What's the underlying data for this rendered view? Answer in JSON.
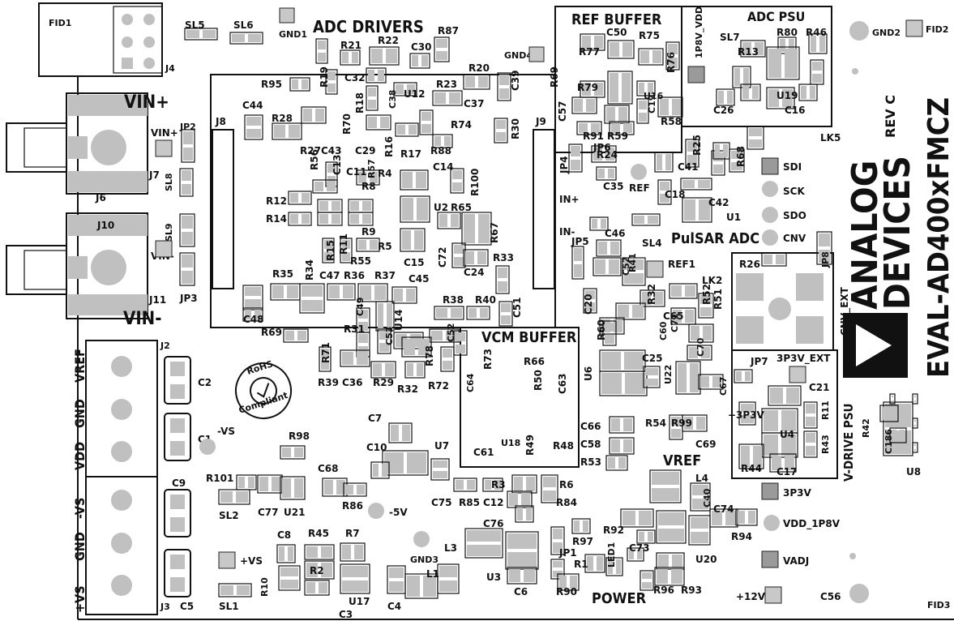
{
  "title": "EVAL-AD400xFMCZ",
  "company": "ANALOG DEVICES",
  "company_line1": "ANALOG",
  "company_line2": "DEVICES",
  "revision": "REV C",
  "sections": {
    "adc_drivers": "ADC DRIVERS",
    "ref_buffer": "REF BUFFER",
    "adc_psu": "ADC PSU",
    "pulsar_adc": "PulSAR ADC",
    "vcm_buffer": "VCM BUFFER",
    "vref": "VREF",
    "power": "POWER",
    "v_drive_psu": "V-DRIVE PSU"
  },
  "big_labels": {
    "vin_plus": "VIN+",
    "vin_minus": "VIN-"
  },
  "terminal_labels": [
    "VREF",
    "GND",
    "VDD",
    "-VS",
    "GND",
    "+VS"
  ],
  "rohs": {
    "line1": "RoHS",
    "line2": "Compliant"
  },
  "labels": [
    {
      "id": "fid1",
      "text": "FID1"
    },
    {
      "id": "fid2",
      "text": "FID2"
    },
    {
      "id": "fid3",
      "text": "FID3"
    },
    {
      "id": "j4",
      "text": "J4"
    },
    {
      "id": "sl5",
      "text": "SL5"
    },
    {
      "id": "sl6",
      "text": "SL6"
    },
    {
      "id": "gnd1",
      "text": "GND1"
    },
    {
      "id": "gnd2",
      "text": "GND2"
    },
    {
      "id": "gnd3",
      "text": "GND3"
    },
    {
      "id": "gnd4",
      "text": "GND4"
    },
    {
      "id": "r21",
      "text": "R21"
    },
    {
      "id": "r22",
      "text": "R22"
    },
    {
      "id": "r87",
      "text": "R87"
    },
    {
      "id": "c30",
      "text": "C30"
    },
    {
      "id": "r19",
      "text": "R19"
    },
    {
      "id": "c32",
      "text": "C32"
    },
    {
      "id": "r20",
      "text": "R20"
    },
    {
      "id": "r23",
      "text": "R23"
    },
    {
      "id": "c39",
      "text": "C39"
    },
    {
      "id": "u12",
      "text": "U12"
    },
    {
      "id": "r18",
      "text": "R18"
    },
    {
      "id": "c37",
      "text": "C37"
    },
    {
      "id": "r95",
      "text": "R95"
    },
    {
      "id": "j8",
      "text": "J8"
    },
    {
      "id": "c44",
      "text": "C44"
    },
    {
      "id": "r28",
      "text": "R28"
    },
    {
      "id": "r70",
      "text": "R70"
    },
    {
      "id": "c38",
      "text": "C38"
    },
    {
      "id": "r74",
      "text": "R74"
    },
    {
      "id": "r30",
      "text": "R30"
    },
    {
      "id": "j9",
      "text": "J9"
    },
    {
      "id": "r27",
      "text": "R27"
    },
    {
      "id": "c43",
      "text": "C43"
    },
    {
      "id": "c29",
      "text": "C29"
    },
    {
      "id": "r16",
      "text": "R16"
    },
    {
      "id": "r17",
      "text": "R17"
    },
    {
      "id": "r88",
      "text": "R88"
    },
    {
      "id": "r56",
      "text": "R56"
    },
    {
      "id": "c13",
      "text": "C13"
    },
    {
      "id": "c11",
      "text": "C11"
    },
    {
      "id": "r57",
      "text": "R57"
    },
    {
      "id": "r4",
      "text": "R4"
    },
    {
      "id": "c14",
      "text": "C14"
    },
    {
      "id": "r100",
      "text": "R100"
    },
    {
      "id": "r8",
      "text": "R8"
    },
    {
      "id": "r12",
      "text": "R12"
    },
    {
      "id": "r14",
      "text": "R14"
    },
    {
      "id": "u2",
      "text": "U2"
    },
    {
      "id": "r65",
      "text": "R65"
    },
    {
      "id": "r9",
      "text": "R9"
    },
    {
      "id": "r5",
      "text": "R5"
    },
    {
      "id": "r15",
      "text": "R15"
    },
    {
      "id": "r11",
      "text": "R11"
    },
    {
      "id": "r55",
      "text": "R55"
    },
    {
      "id": "c15",
      "text": "C15"
    },
    {
      "id": "c72",
      "text": "C72"
    },
    {
      "id": "r67",
      "text": "R67"
    },
    {
      "id": "c24",
      "text": "C24"
    },
    {
      "id": "r33",
      "text": "R33"
    },
    {
      "id": "r35",
      "text": "R35"
    },
    {
      "id": "r34",
      "text": "R34"
    },
    {
      "id": "c47",
      "text": "C47"
    },
    {
      "id": "r36",
      "text": "R36"
    },
    {
      "id": "r37",
      "text": "R37"
    },
    {
      "id": "c45",
      "text": "C45"
    },
    {
      "id": "c48",
      "text": "C48"
    },
    {
      "id": "c49",
      "text": "C49"
    },
    {
      "id": "u14",
      "text": "U14"
    },
    {
      "id": "r38",
      "text": "R38"
    },
    {
      "id": "r40",
      "text": "R40"
    },
    {
      "id": "c51",
      "text": "C51"
    },
    {
      "id": "r69",
      "text": "R69"
    },
    {
      "id": "r31",
      "text": "R31"
    },
    {
      "id": "c53",
      "text": "C53"
    },
    {
      "id": "c52",
      "text": "C52"
    },
    {
      "id": "r78",
      "text": "R78"
    },
    {
      "id": "r71",
      "text": "R71"
    },
    {
      "id": "r39",
      "text": "R39"
    },
    {
      "id": "c36",
      "text": "C36"
    },
    {
      "id": "r29",
      "text": "R29"
    },
    {
      "id": "r32b",
      "text": "R32"
    },
    {
      "id": "r72",
      "text": "R72"
    },
    {
      "id": "r73",
      "text": "R73"
    },
    {
      "id": "r66",
      "text": "R66"
    },
    {
      "id": "c64",
      "text": "C64"
    },
    {
      "id": "r50",
      "text": "R50"
    },
    {
      "id": "c63",
      "text": "C63"
    },
    {
      "id": "c61",
      "text": "C61"
    },
    {
      "id": "u18",
      "text": "U18"
    },
    {
      "id": "r49",
      "text": "R49"
    },
    {
      "id": "r48",
      "text": "R48"
    },
    {
      "id": "c66",
      "text": "C66"
    },
    {
      "id": "c58",
      "text": "C58"
    },
    {
      "id": "r53",
      "text": "R53"
    },
    {
      "id": "c50",
      "text": "C50"
    },
    {
      "id": "r75",
      "text": "R75"
    },
    {
      "id": "r77",
      "text": "R77"
    },
    {
      "id": "r76",
      "text": "R76"
    },
    {
      "id": "r69b",
      "text": "R69"
    },
    {
      "id": "r79",
      "text": "R79"
    },
    {
      "id": "u16",
      "text": "U16"
    },
    {
      "id": "c57",
      "text": "C57"
    },
    {
      "id": "c19",
      "text": "C19"
    },
    {
      "id": "r58",
      "text": "R58"
    },
    {
      "id": "r91",
      "text": "R91"
    },
    {
      "id": "r59",
      "text": "R59"
    },
    {
      "id": "r24",
      "text": "R24"
    },
    {
      "id": "jp4",
      "text": "JP4"
    },
    {
      "id": "c35",
      "text": "C35"
    },
    {
      "id": "ref",
      "text": "REF"
    },
    {
      "id": "c18",
      "text": "C18"
    },
    {
      "id": "in_p",
      "text": "IN+"
    },
    {
      "id": "in_m",
      "text": "IN-"
    },
    {
      "id": "c46",
      "text": "C46"
    },
    {
      "id": "jp5",
      "text": "JP5"
    },
    {
      "id": "c52b",
      "text": "C52"
    },
    {
      "id": "r41",
      "text": "R41"
    },
    {
      "id": "sl4",
      "text": "SL4"
    },
    {
      "id": "ref1",
      "text": "REF1"
    },
    {
      "id": "lk2",
      "text": "LK2"
    },
    {
      "id": "r32",
      "text": "R32"
    },
    {
      "id": "c65",
      "text": "C65"
    },
    {
      "id": "r51",
      "text": "R51"
    },
    {
      "id": "c20",
      "text": "C20"
    },
    {
      "id": "r60",
      "text": "R60"
    },
    {
      "id": "c60",
      "text": "C60"
    },
    {
      "id": "c71",
      "text": "C71"
    },
    {
      "id": "c70",
      "text": "C70"
    },
    {
      "id": "c25",
      "text": "C25"
    },
    {
      "id": "u6",
      "text": "U6"
    },
    {
      "id": "u22",
      "text": "U22"
    },
    {
      "id": "c67",
      "text": "C67"
    },
    {
      "id": "r54",
      "text": "R54"
    },
    {
      "id": "r99",
      "text": "R99"
    },
    {
      "id": "c69",
      "text": "C69"
    },
    {
      "id": "c41",
      "text": "C41"
    },
    {
      "id": "r25",
      "text": "R25"
    },
    {
      "id": "r68",
      "text": "R68"
    },
    {
      "id": "c42",
      "text": "C42"
    },
    {
      "id": "u1",
      "text": "U1"
    },
    {
      "id": "r26",
      "text": "R26"
    },
    {
      "id": "jp8",
      "text": "JP8"
    },
    {
      "id": "cnv_ext",
      "text": "CNV_EXT"
    },
    {
      "id": "p1v8",
      "text": "1P8V_VDD"
    },
    {
      "id": "sl7",
      "text": "SL7"
    },
    {
      "id": "r80",
      "text": "R80"
    },
    {
      "id": "r46",
      "text": "R46"
    },
    {
      "id": "r13",
      "text": "R13"
    },
    {
      "id": "u19",
      "text": "U19"
    },
    {
      "id": "c26",
      "text": "C26"
    },
    {
      "id": "c16",
      "text": "C16"
    },
    {
      "id": "lk5",
      "text": "LK5"
    },
    {
      "id": "sdi",
      "text": "SDI"
    },
    {
      "id": "sck",
      "text": "SCK"
    },
    {
      "id": "sdo",
      "text": "SDO"
    },
    {
      "id": "cnv",
      "text": "CNV"
    },
    {
      "id": "jp7",
      "text": "JP7"
    },
    {
      "id": "p3v3ext",
      "text": "3P3V_EXT"
    },
    {
      "id": "c21",
      "text": "C21"
    },
    {
      "id": "r11b",
      "text": "R11"
    },
    {
      "id": "p3v3",
      "text": "+3P3V"
    },
    {
      "id": "u4",
      "text": "U4"
    },
    {
      "id": "r43",
      "text": "R43"
    },
    {
      "id": "r44",
      "text": "R44"
    },
    {
      "id": "c17",
      "text": "C17"
    },
    {
      "id": "r42",
      "text": "R42"
    },
    {
      "id": "c186",
      "text": "C186"
    },
    {
      "id": "u8",
      "text": "U8"
    },
    {
      "id": "t3p3v",
      "text": "3P3V"
    },
    {
      "id": "vdd1p8v",
      "text": "VDD_1P8V"
    },
    {
      "id": "vadj",
      "text": "VADJ"
    },
    {
      "id": "p12v",
      "text": "+12V"
    },
    {
      "id": "c56",
      "text": "C56"
    },
    {
      "id": "l4",
      "text": "L4"
    },
    {
      "id": "c40",
      "text": "C40"
    },
    {
      "id": "c74",
      "text": "C74"
    },
    {
      "id": "r94",
      "text": "R94"
    },
    {
      "id": "u20",
      "text": "U20"
    },
    {
      "id": "r96",
      "text": "R96"
    },
    {
      "id": "r93",
      "text": "R93"
    },
    {
      "id": "c73",
      "text": "C73"
    },
    {
      "id": "r92",
      "text": "R92"
    },
    {
      "id": "r97",
      "text": "R97"
    },
    {
      "id": "led1",
      "text": "LED1"
    },
    {
      "id": "jp1",
      "text": "JP1"
    },
    {
      "id": "r1",
      "text": "R1"
    },
    {
      "id": "r90",
      "text": "R90"
    },
    {
      "id": "r84",
      "text": "R84"
    },
    {
      "id": "r6",
      "text": "R6"
    },
    {
      "id": "r3",
      "text": "R3"
    },
    {
      "id": "c12",
      "text": "C12"
    },
    {
      "id": "c76",
      "text": "C76"
    },
    {
      "id": "l3",
      "text": "L3"
    },
    {
      "id": "u3",
      "text": "U3"
    },
    {
      "id": "c6",
      "text": "C6"
    },
    {
      "id": "c75",
      "text": "C75"
    },
    {
      "id": "r85",
      "text": "R85"
    },
    {
      "id": "m5v",
      "text": "-5V"
    },
    {
      "id": "c10",
      "text": "C10"
    },
    {
      "id": "u7",
      "text": "U7"
    },
    {
      "id": "c7",
      "text": "C7"
    },
    {
      "id": "c68",
      "text": "C68"
    },
    {
      "id": "r86",
      "text": "R86"
    },
    {
      "id": "r98",
      "text": "R98"
    },
    {
      "id": "mvs",
      "text": "-VS"
    },
    {
      "id": "r101",
      "text": "R101"
    },
    {
      "id": "c77",
      "text": "C77"
    },
    {
      "id": "u21",
      "text": "U21"
    },
    {
      "id": "sl2",
      "text": "SL2"
    },
    {
      "id": "c8",
      "text": "C8"
    },
    {
      "id": "r45",
      "text": "R45"
    },
    {
      "id": "r7",
      "text": "R7"
    },
    {
      "id": "r2",
      "text": "R2"
    },
    {
      "id": "r10",
      "text": "R10"
    },
    {
      "id": "u17",
      "text": "U17"
    },
    {
      "id": "c3",
      "text": "C3"
    },
    {
      "id": "l1",
      "text": "L1"
    },
    {
      "id": "c4",
      "text": "C4"
    },
    {
      "id": "pvs",
      "text": "+VS"
    },
    {
      "id": "sl1",
      "text": "SL1"
    },
    {
      "id": "j2",
      "text": "J2"
    },
    {
      "id": "j3",
      "text": "J3"
    },
    {
      "id": "c2",
      "text": "C2"
    },
    {
      "id": "c1",
      "text": "C1"
    },
    {
      "id": "c9",
      "text": "C9"
    },
    {
      "id": "c5",
      "text": "C5"
    },
    {
      "id": "j6",
      "text": "J6"
    },
    {
      "id": "j7",
      "text": "J7"
    },
    {
      "id": "j10",
      "text": "J10"
    },
    {
      "id": "j11",
      "text": "J11"
    },
    {
      "id": "jp2",
      "text": "JP2"
    },
    {
      "id": "vinp_s",
      "text": "VIN+"
    },
    {
      "id": "vinm_s",
      "text": "VIN-"
    },
    {
      "id": "sl8",
      "text": "SL8"
    },
    {
      "id": "sl9",
      "text": "SL9"
    },
    {
      "id": "jp3",
      "text": "JP3"
    },
    {
      "id": "jp6",
      "text": "JP6"
    },
    {
      "id": "r52",
      "text": "R52"
    }
  ],
  "colors": {
    "silk": "#111111",
    "pad": "#c8c8c8",
    "pad_dark": "#9a9a9a",
    "board": "#ffffff"
  }
}
